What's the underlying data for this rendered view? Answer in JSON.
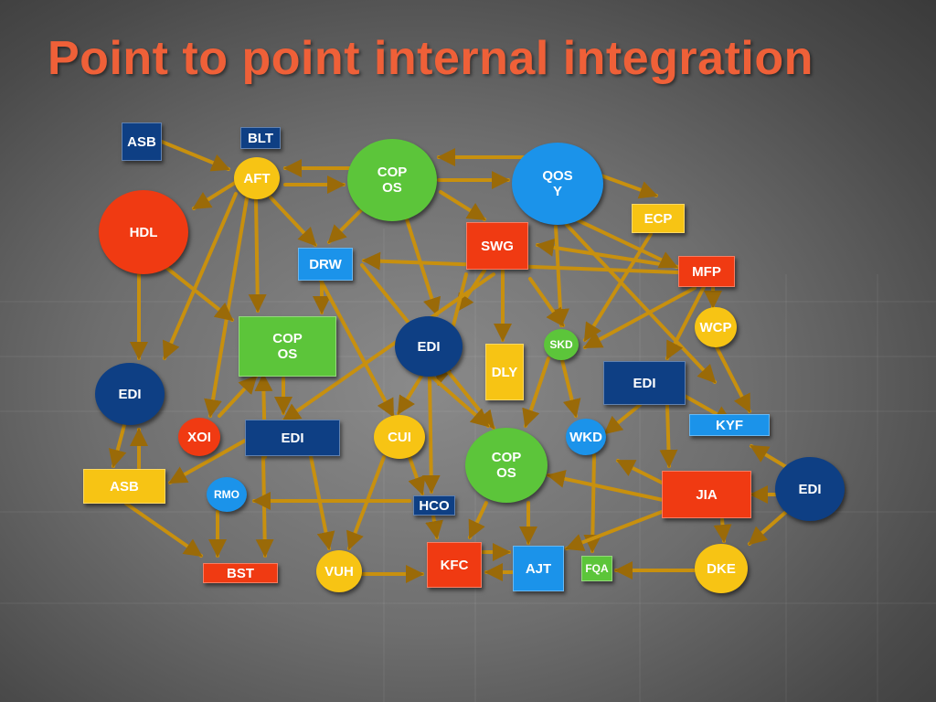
{
  "title": "Point to point internal integration",
  "colors": {
    "title": "#ef6038",
    "arrow": "#c8900e",
    "navy": "#0e3f84",
    "red": "#f03a12",
    "green": "#5cc53a",
    "yellow": "#f7c414",
    "blue": "#1b93ea"
  },
  "nodes": {
    "asb_top": "ASB",
    "blt": "BLT",
    "aft": "AFT",
    "copos_top": "COP\nOS",
    "qosy": "QOS\nY",
    "ecp": "ECP",
    "hdl": "HDL",
    "swg": "SWG",
    "drw": "DRW",
    "mfp": "MFP",
    "wcp": "WCP",
    "copos_mid": "COP\nOS",
    "edi_center": "EDI",
    "skd": "SKD",
    "dly": "DLY",
    "edi_right": "EDI",
    "edi_left": "EDI",
    "kyf": "KYF",
    "xoi": "XOI",
    "edi_rect_left": "EDI",
    "cui": "CUI",
    "wkd": "WKD",
    "copos_bottom": "COP\nOS",
    "edi_far_right": "EDI",
    "asb_bottom": "ASB",
    "rmo": "RMO",
    "jia": "JIA",
    "hco": "HCO",
    "bst": "BST",
    "vuh": "VUH",
    "kfc": "KFC",
    "ajt": "AJT",
    "fqa": "FQA",
    "dke": "DKE"
  }
}
